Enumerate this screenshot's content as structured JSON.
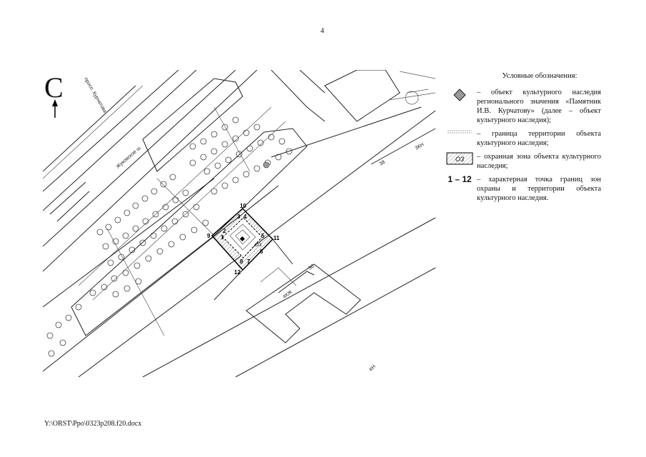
{
  "page_number": "4",
  "footer_path": "Y:\\ORST\\Ppo\\0323p208.f20.docx",
  "north_arrow": {
    "letter": "С",
    "icon": "north-arrow-icon"
  },
  "map": {
    "street_labels": {
      "prospect": "просп. Курчатова",
      "zhukovskoe": "Жуковское ш.",
      "kn_upper": "3КН",
      "kn_lower": "КН",
      "kzh": "4КЖ",
      "num_38": "38",
      "num_30": "30"
    },
    "point_labels": [
      "1",
      "2",
      "3",
      "4",
      "5",
      "6",
      "7",
      "8",
      "9",
      "10",
      "11",
      "12"
    ],
    "zone_label": "О3"
  },
  "legend": {
    "title": "Условные обозначения:",
    "items": [
      {
        "symbol": "diamond-icon",
        "text": "– объект культурного наследия регионального значения «Памятник И.В. Курчатову» (далее – объект культурного наследия);"
      },
      {
        "symbol": "dashed-line-icon",
        "text": "– граница территории объекта культурного наследия;"
      },
      {
        "symbol": "hatched-zone-icon",
        "symbol_label": "О3",
        "text": "– охранная зона объекта культурного наследия;"
      },
      {
        "symbol": "range-label",
        "symbol_label": "1 – 12",
        "text": "– характерная точка границ зон охраны и территории объекта культурного наследия."
      }
    ]
  }
}
